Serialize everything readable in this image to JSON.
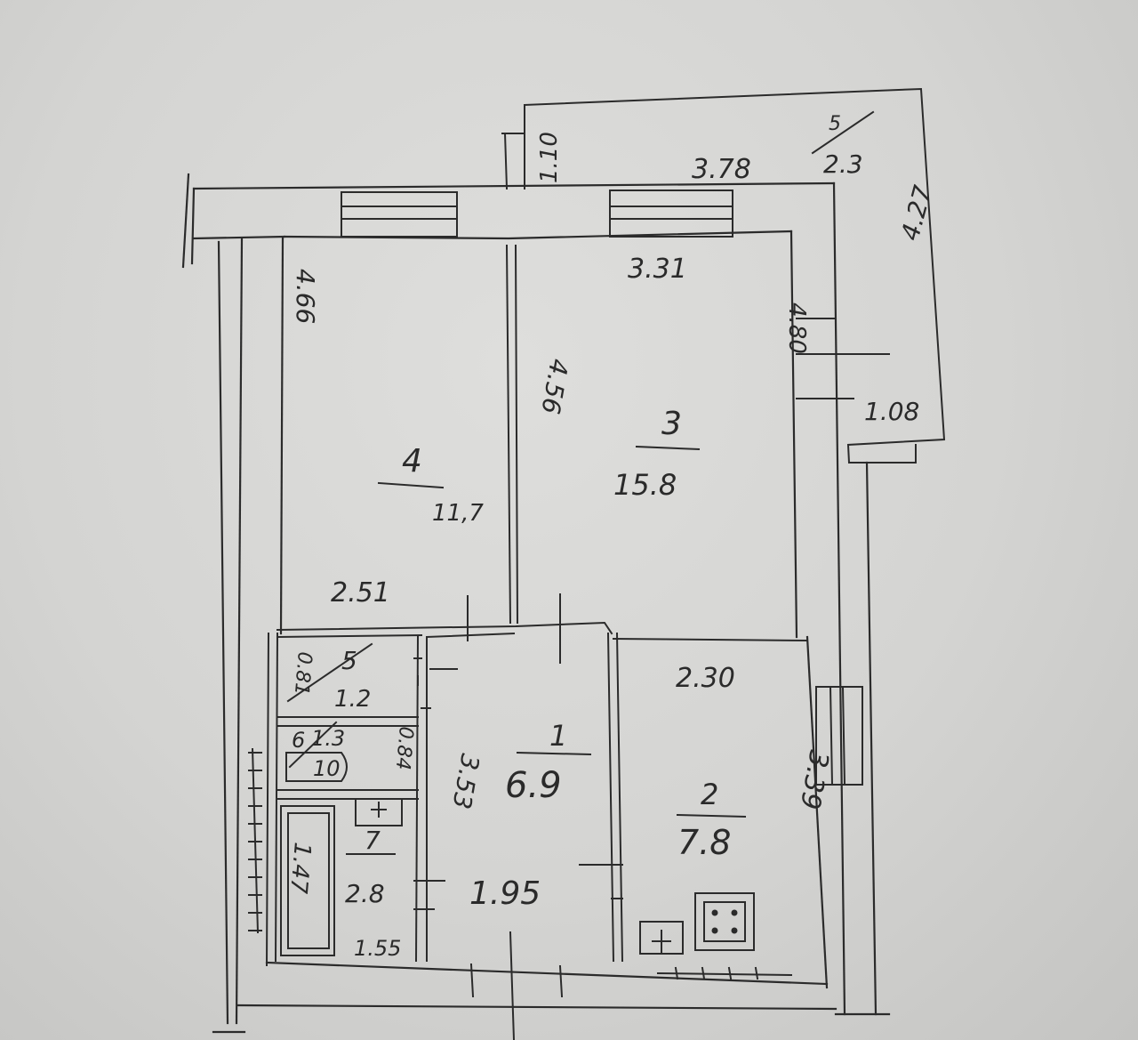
{
  "rooms": [
    {
      "id": "4",
      "number": "4",
      "area": "11,7"
    },
    {
      "id": "3",
      "number": "3",
      "area": "15.8"
    },
    {
      "id": "1",
      "number": "1",
      "area": "6.9"
    },
    {
      "id": "2",
      "number": "2",
      "area": "7.8"
    },
    {
      "id": "5",
      "number": "5",
      "area": "1.2"
    },
    {
      "id": "6",
      "number": "6",
      "area": "1.3"
    },
    {
      "id": "7",
      "number": "7",
      "area": "2.8"
    }
  ],
  "dimensions": {
    "room4_height": "4.66",
    "room4_width": "2.51",
    "room3_width": "3.31",
    "room3_height_left": "4.56",
    "room3_height_right": "4.80",
    "hall_height": "3.53",
    "hall_width": "1.95",
    "kitchen_width": "2.30",
    "kitchen_height": "3.39",
    "bath_height": "1.47",
    "bath_width": "1.55",
    "closet_height": "0.81",
    "wc_height": "0.84",
    "wc_fixture": "10",
    "balcony_length": "3.78",
    "balcony_side": "1.10",
    "balcony_side_right": "1.08",
    "balcony_height": "4.27",
    "balcony_number": "5",
    "balcony_area": "2.3"
  }
}
